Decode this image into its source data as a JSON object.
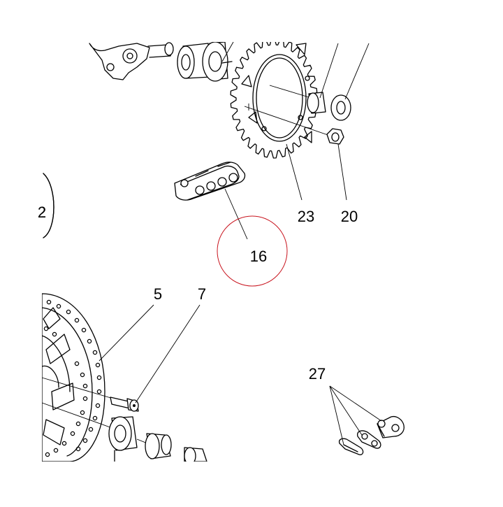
{
  "diagram": {
    "callouts": {
      "c5": "5",
      "c7": "7",
      "c16": "16",
      "c20": "20",
      "c23": "23",
      "c27": "27"
    },
    "partial_label": "2",
    "highlight_color": "#c8141e",
    "line_color": "#000000"
  }
}
